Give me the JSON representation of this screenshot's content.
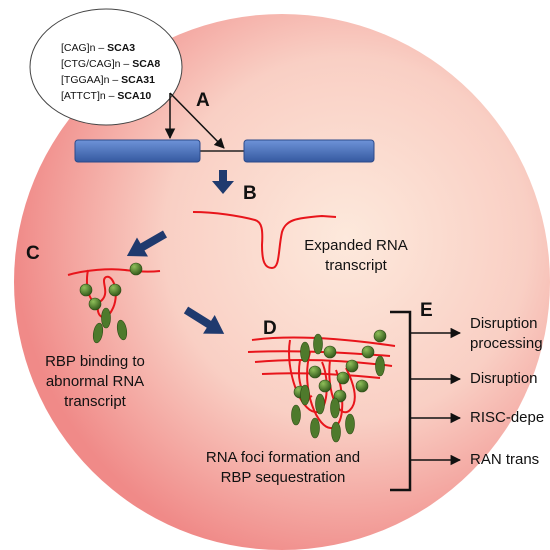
{
  "repeats": [
    {
      "seq": "[CAG]n – ",
      "disease": "SCA3"
    },
    {
      "seq": "[CTG/CAG]n – ",
      "disease": "SCA8"
    },
    {
      "seq": "[TGGAA]n – ",
      "disease": "SCA31"
    },
    {
      "seq": "[ATTCT]n – ",
      "disease": "SCA10"
    }
  ],
  "letters": {
    "a": "A",
    "b": "B",
    "c": "C",
    "d": "D",
    "e": "E"
  },
  "labels": {
    "expanded_line1": "Expanded RNA",
    "expanded_line2": "transcript",
    "rbp_line1": "RBP binding to",
    "rbp_line2": "abnormal RNA",
    "rbp_line3": "transcript",
    "foci_line1": "RNA foci formation and",
    "foci_line2": "RBP sequestration"
  },
  "outcomes": [
    {
      "line1": "Disruption",
      "line2": "processing"
    },
    {
      "line1": "Disruption",
      "line2": ""
    },
    {
      "line1": "RISC-depe",
      "line2": ""
    },
    {
      "line1": "RAN trans",
      "line2": ""
    }
  ],
  "colors": {
    "circle_center": "#fde3d4",
    "circle_edge": "#f28a8a",
    "exon": "#4a6fb8",
    "rna": "#e8151b",
    "protein": "#4e7a2c",
    "arrow": "#1f3a6e"
  }
}
